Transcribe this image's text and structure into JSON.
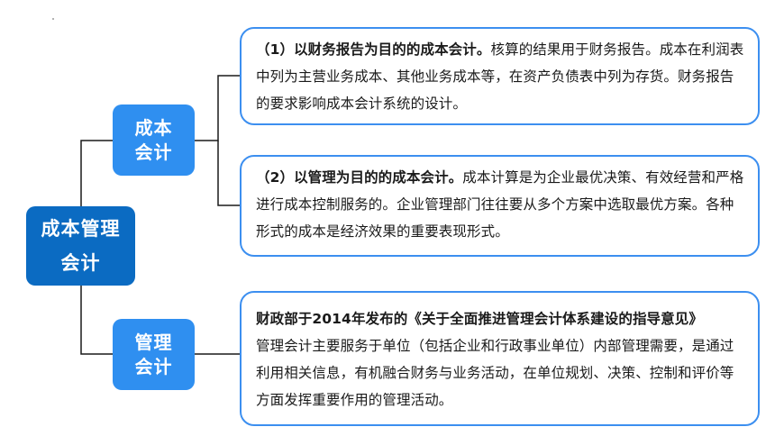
{
  "root": {
    "line1": "成本管理",
    "line2": "会计"
  },
  "branches": [
    {
      "line1": "成本",
      "line2": "会计",
      "items": [
        {
          "lead": "（1）以财务报告为目的的成本会计。",
          "text": "核算的结果用于财务报告。成本在利润表中列为主营业务成本、其他业务成本等，在资产负债表中列为存货。财务报告的要求影响成本会计系统的设计。"
        },
        {
          "lead": "（2）以管理为目的的成本会计。",
          "text": "成本计算是为企业最优决策、有效经营和严格进行成本控制服务的。企业管理部门往往要从多个方案中选取最优方案。各种形式的成本是经济效果的重要表现形式。"
        }
      ]
    },
    {
      "line1": "管理",
      "line2": "会计",
      "items": [
        {
          "lead": "财政部于2014年发布的《关于全面推进管理会计体系建设的指导意见》",
          "text": "管理会计主要服务于单位（包括企业和行政事业单位）内部管理需要，是通过利用相关信息，有机融合财务与业务活动，在单位规划、决策、控制和评价等方面发挥重要作用的管理活动。"
        }
      ]
    }
  ]
}
